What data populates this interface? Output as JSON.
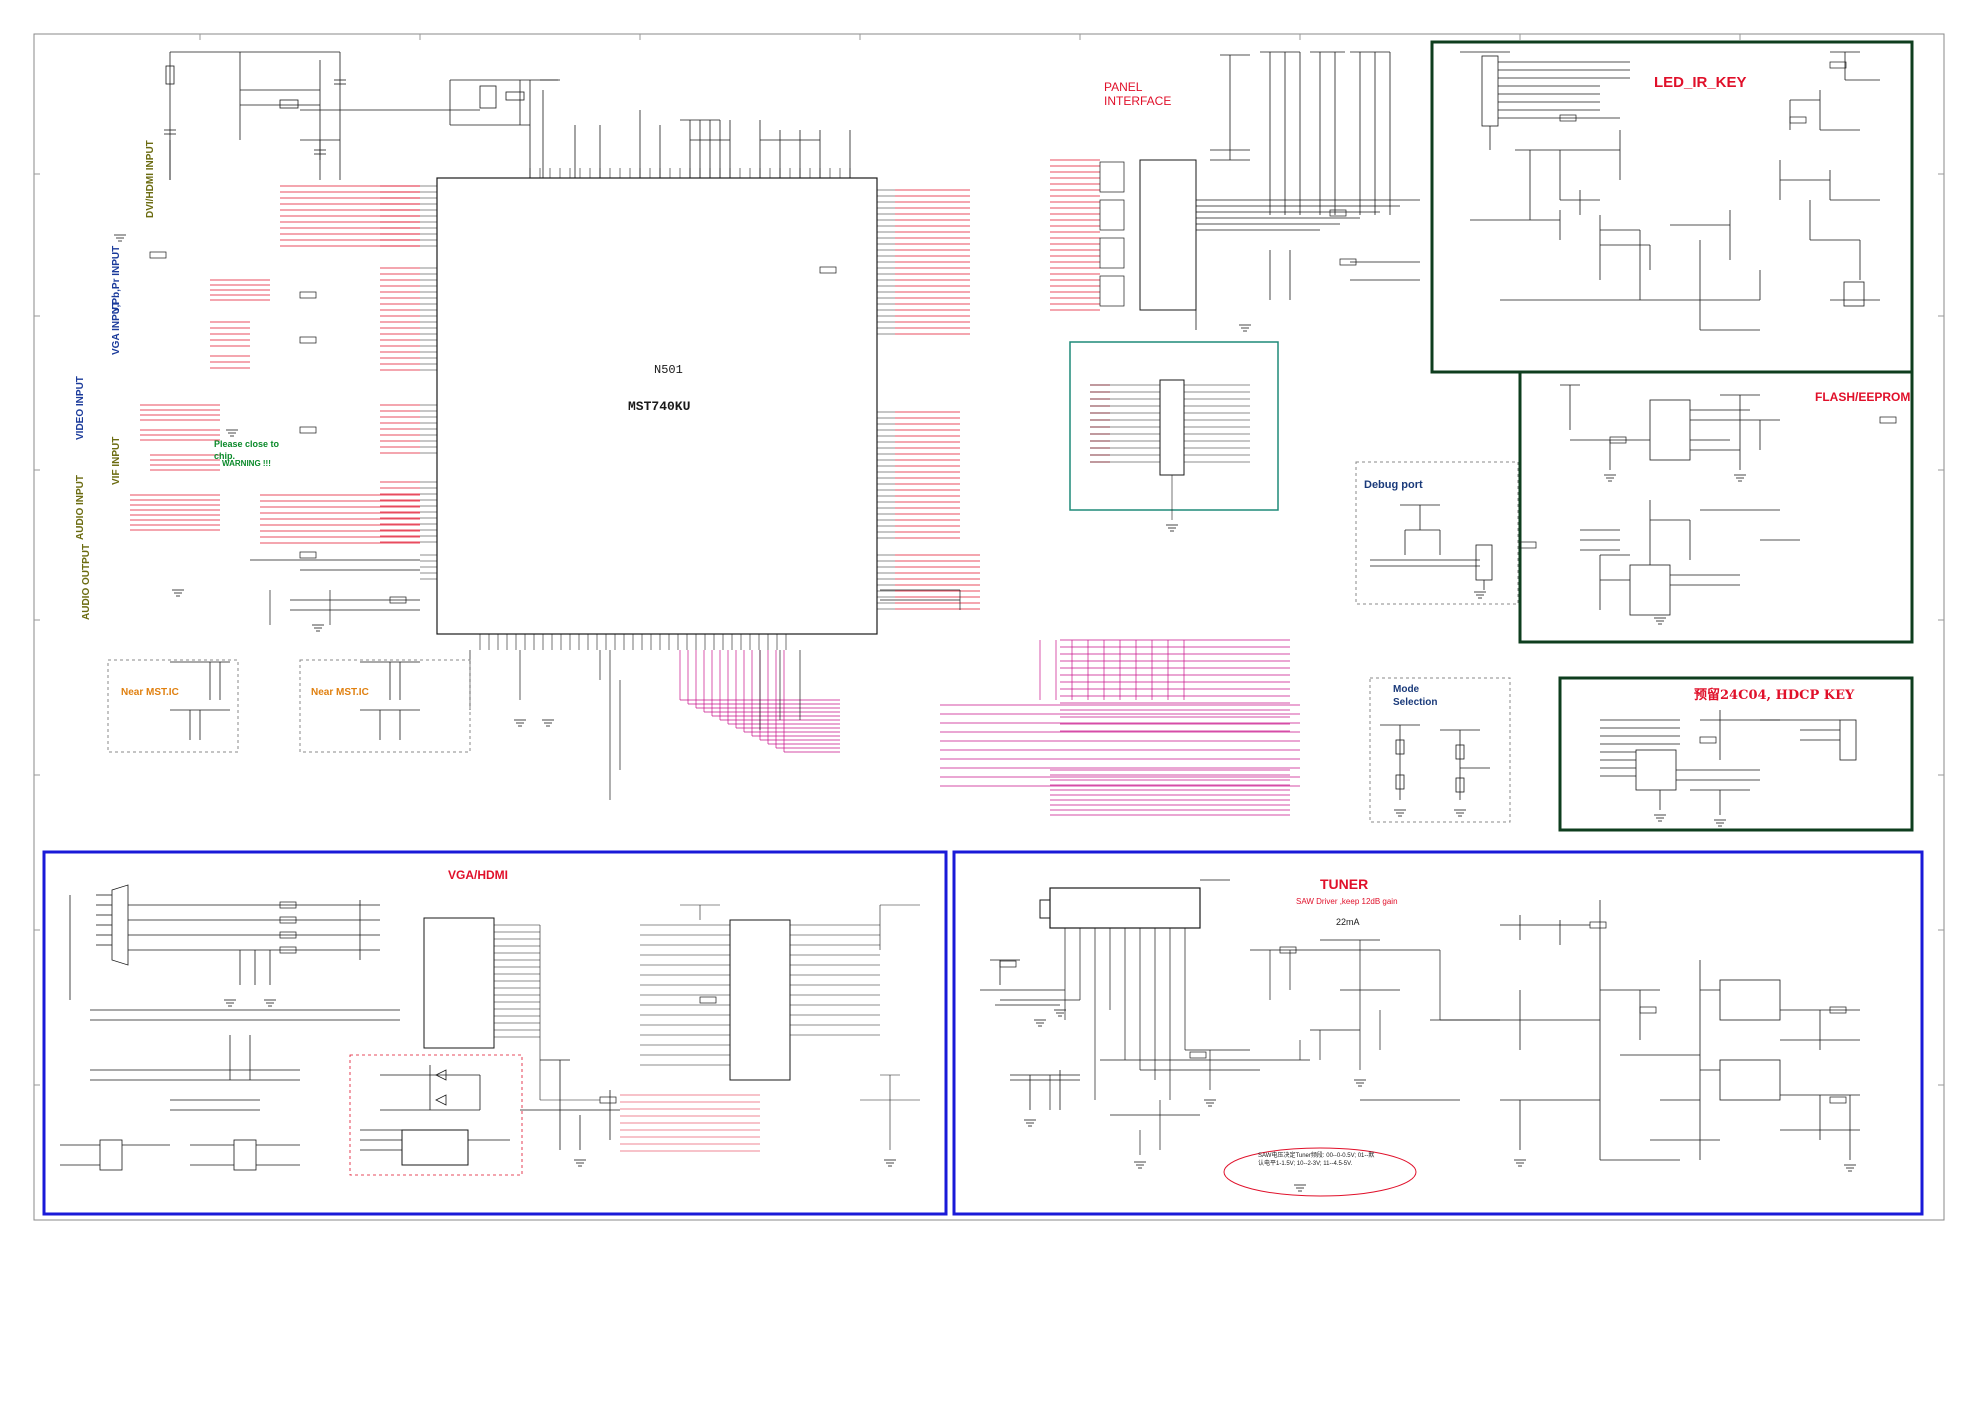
{
  "chip": {
    "ref": "N501",
    "part": "MST740KU"
  },
  "sections": {
    "led_ir_key": "LED_IR_KEY",
    "flash_eeprom": "FLASH/EEPROM",
    "hdcp_key": "预留24C04, HDCP KEY",
    "panel_interface": "PANEL INTERFACE",
    "debug_port": "Debug port",
    "mode_selection": "Mode Selection",
    "vga_hdmi": "VGA/HDMI",
    "tuner": "TUNER",
    "tuner_sub": "SAW Driver ,keep 12dB gain"
  },
  "inputs": {
    "dvi_hdmi": "DVI/HDMI INPUT",
    "ypbpr": "Y,Pb,Pr INPUT",
    "vga": "VGA INPUT",
    "video": "VIDEO INPUT",
    "vif": "VIF INPUT",
    "audio_in": "AUDIO INPUT",
    "audio_out": "AUDIO OUTPUT"
  },
  "notes": {
    "please_close": "Please close to chip.",
    "warning": "WARNING !!!",
    "near_mst_1": "Near MST.IC",
    "near_mst_2": "Near MST.IC",
    "current": "22mA",
    "saw_note": "SAW电压决定Tuner频段: 00--0-0.5V; 01--默认电平1-1.5V; 10--2-3V; 11--4.5-5V."
  },
  "colors": {
    "wire_black": "#1a1a1a",
    "net_red": "#e0102a",
    "net_magenta": "#c8108a",
    "frame_blue": "#1a1ad8",
    "frame_green": "#0e3e1e",
    "frame_teal": "#1f8a78"
  }
}
